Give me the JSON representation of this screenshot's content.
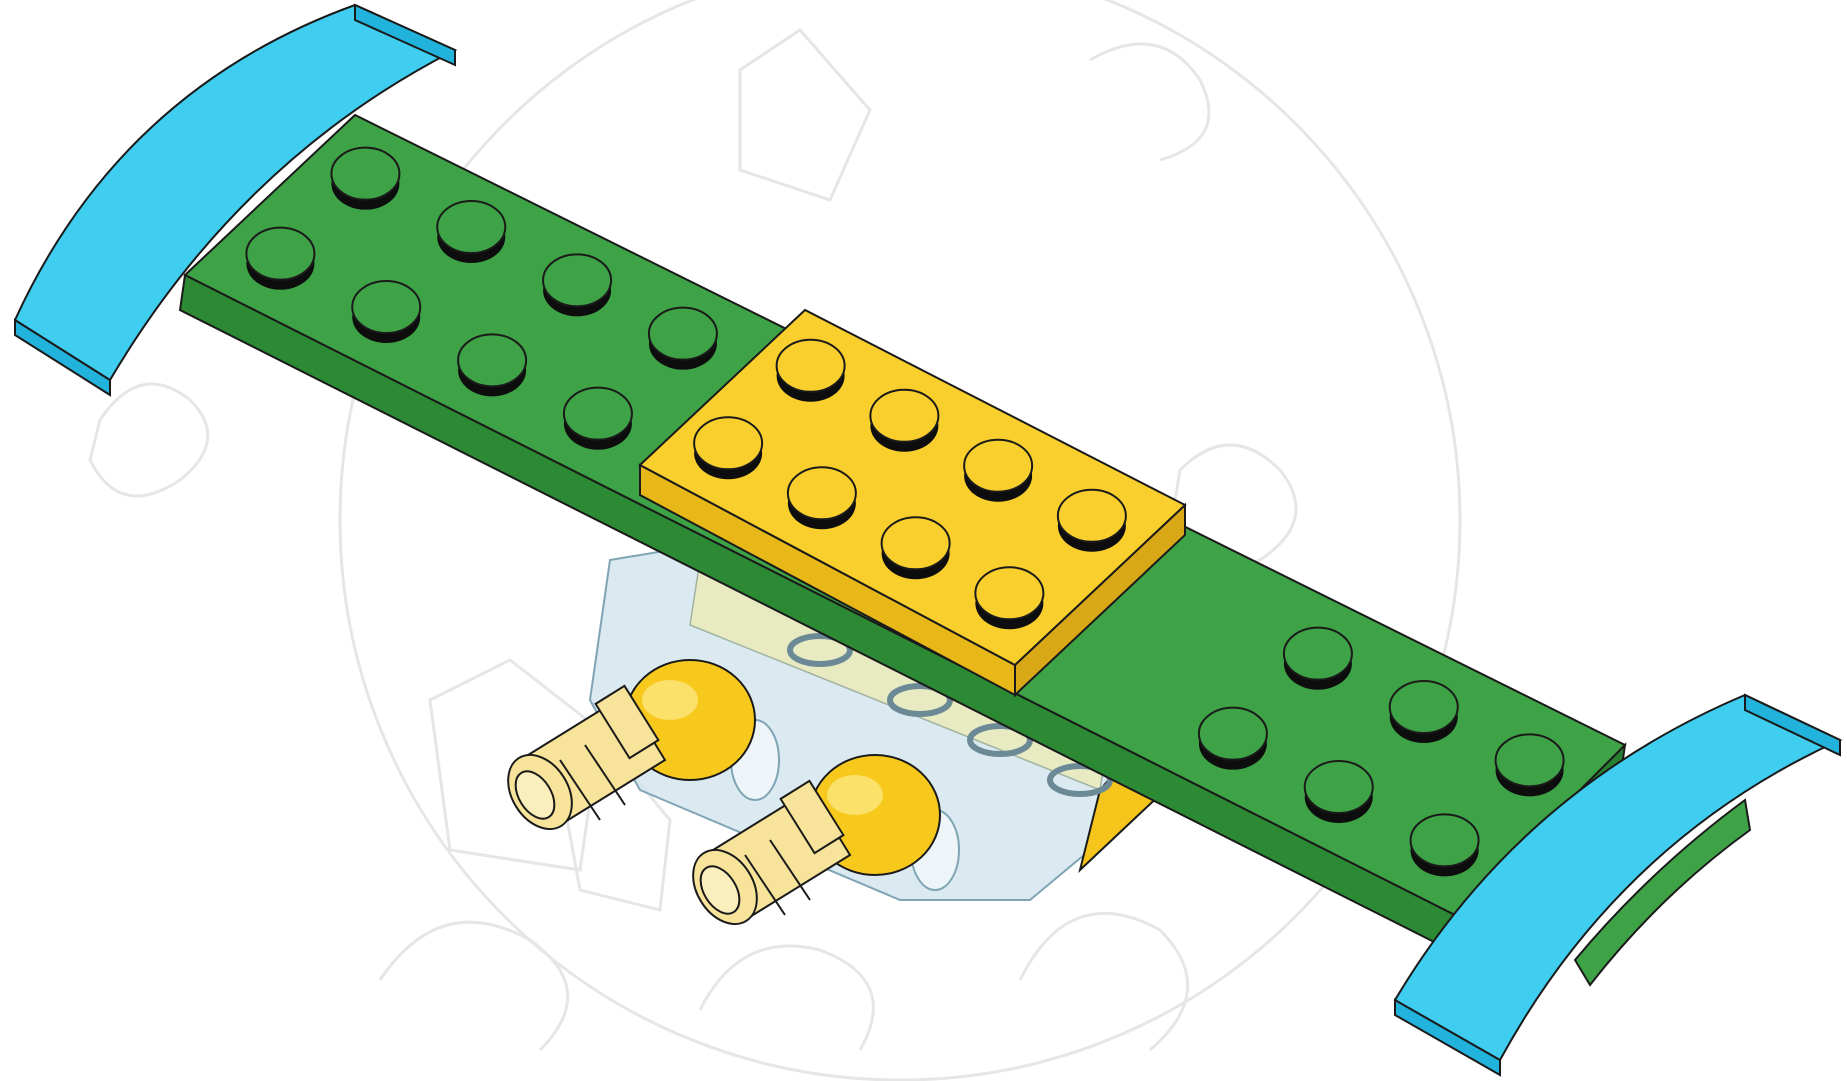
{
  "image": {
    "subject": "brick-wing-assembly",
    "colors": {
      "background": "#ffffff",
      "watermark_stroke": "#e6e6e6",
      "plate_green": "#3ea246",
      "plate_green_side": "#2c8a34",
      "plate_green_dark": "#1f6e27",
      "plate_yellow": "#f9cf2d",
      "plate_yellow_side": "#e8b718",
      "tile_blue": "#3fcdf0",
      "tile_blue_side": "#22b3dc",
      "connector_clear": "#cfe3ec",
      "pin_yellow": "#f7e39a",
      "ball_yellow": "#f6c91c",
      "outline": "#1a1a1a"
    },
    "parts": [
      "green-plate-2x12",
      "yellow-plate-2x4",
      "blue-curved-slope-left",
      "blue-curved-slope-right",
      "transparent-ball-connector",
      "friction-pin-left",
      "friction-pin-right"
    ]
  }
}
